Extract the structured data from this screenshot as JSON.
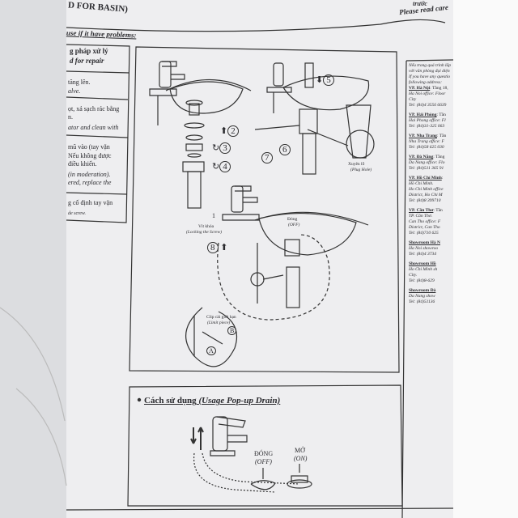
{
  "header": {
    "left": "D FOR BASIN)",
    "right_line1": "trước",
    "right_line2": "Please read care"
  },
  "problems_heading": "use if it have problems:",
  "table": {
    "header_vi": "g pháp xử lý",
    "header_en": "d for repair",
    "rows": [
      {
        "vi": "tăng lên.",
        "en": "alve."
      },
      {
        "vi": "ọt, xả sạch rác bằng",
        "vi2": "n.",
        "en": "ator and clean with"
      },
      {
        "vi": "mũ vào (tay vặn",
        "vi2": "Nếu không được",
        "vi3": "điều khiển.",
        "en": "(in moderation).",
        "en2": "ered, replace the"
      },
      {
        "vi": "g cố định tay vặn",
        "en": "de screw."
      }
    ]
  },
  "diagram": {
    "steps": [
      "2",
      "3",
      "4",
      "5",
      "6",
      "7",
      "8"
    ],
    "plug_hole_vi": "Xuyên lỗ",
    "plug_hole_en": "(Plug Hole)",
    "locking_vi": "Vít khóa",
    "locking_en": "(Locking the Screw)",
    "off_vi": "Đóng",
    "off_en": "(OFF)",
    "clip_vi": "Clip cài giới hạn",
    "clip_en": "(Limit piece)",
    "label_a": "A",
    "label_b": "B",
    "step_1": "1"
  },
  "usage": {
    "title_vi": "Cách sử dụng",
    "title_en": "(Usage Pop-up Drain)",
    "off_vi": "ĐÓNG",
    "off_en": "(OFF)",
    "on_vi": "MỞ",
    "on_en": "(ON)"
  },
  "contacts": {
    "intro": [
      "Nếu trong quá trình lắp",
      "với văn phòng đại diện",
      "If you have any questio",
      "following address:"
    ],
    "offices": [
      {
        "title": "VP. Hà Nội",
        "vi": ": Tầng 18,",
        "lines": [
          "Ha Noi office: Floor",
          "City",
          "Tel: (84)4 3556 6639"
        ]
      },
      {
        "title": "VP. Hải Phòng",
        "vi": ": Tần",
        "lines": [
          "Hai Phong office: Fl",
          "Tel: (84)31-325 063"
        ]
      },
      {
        "title": "VP. Nha Trang",
        "vi": ": Tần",
        "lines": [
          "Nha Trang office: F",
          "Tel: (84)58 625 030"
        ]
      },
      {
        "title": "VP. Đà Nẵng",
        "vi": ": Tầng",
        "lines": [
          "Da Nang office: Flo",
          "Tel: (84)511 365 91"
        ]
      },
      {
        "title": "VP. Hồ Chí Minh",
        "vi": ":",
        "lines": [
          "Hồ Chí Minh.",
          "Ho Chi Minh office",
          "District, Ho Chi M",
          "Tel: (84)8 399710"
        ]
      },
      {
        "title": "VP. Cần Thơ",
        "vi": ": Tần",
        "lines": [
          "TP. Cần Thơ.",
          "Can Tho office: F",
          "District, Can Tho",
          "Tel: (84)710 625"
        ]
      },
      {
        "title": "Showroom Hà N",
        "vi": "",
        "lines": [
          "Ha Noi showroo",
          "Tel: (84)4 3734"
        ]
      },
      {
        "title": "Showroom Hồ",
        "vi": "",
        "lines": [
          "Ho Chi Minh sh",
          "City.",
          "Tel: (84)8-629"
        ]
      },
      {
        "title": "Showroom Đà",
        "vi": "",
        "lines": [
          "Da Nang show",
          "Tel: (84)51136"
        ]
      }
    ]
  }
}
